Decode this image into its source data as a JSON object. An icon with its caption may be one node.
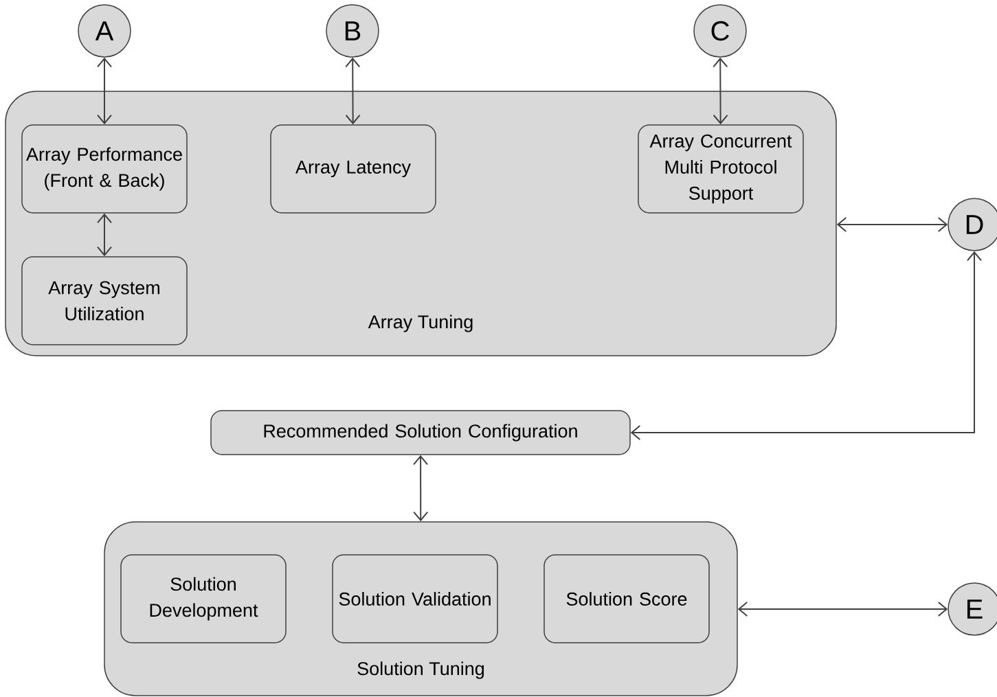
{
  "diagram": {
    "nodes": [
      {
        "text": [
          "A"
        ]
      },
      {
        "text": [
          "B"
        ]
      },
      {
        "text": [
          "C"
        ]
      },
      {
        "text": [
          "Array Tuning"
        ]
      },
      {
        "text": [
          "Array Performance (Front & Back)"
        ],
        "in": 3
      },
      {
        "text": [
          "Array Latency"
        ],
        "in": 3
      },
      {
        "text": [
          "Array Concurrent Multi Protocol Support"
        ],
        "in": 3
      },
      {
        "text": [
          "Array System Utilization"
        ],
        "in": 3
      },
      {
        "text": [
          "D"
        ]
      },
      {
        "text": [
          "Recommended Solution Configuration"
        ]
      },
      {
        "text": [
          "Solution Tuning"
        ]
      },
      {
        "text": [
          "Solution Development"
        ],
        "in": 10
      },
      {
        "text": [
          "Solution Validation"
        ],
        "in": 10
      },
      {
        "text": [
          "Solution Score"
        ],
        "in": 10
      },
      {
        "text": [
          "E"
        ]
      }
    ],
    "edges": [
      {
        "from": 0,
        "to": 4,
        "arrow": "both"
      },
      {
        "from": 1,
        "to": 5,
        "arrow": "both"
      },
      {
        "from": 2,
        "to": 6,
        "arrow": "both"
      },
      {
        "from": 4,
        "to": 7,
        "arrow": "both"
      },
      {
        "from": 3,
        "to": 8,
        "arrow": "both"
      },
      {
        "from": 8,
        "to": 9,
        "arrow": "both"
      },
      {
        "from": 9,
        "to": 10,
        "arrow": "both"
      },
      {
        "from": 10,
        "to": 14,
        "arrow": "both"
      }
    ]
  }
}
